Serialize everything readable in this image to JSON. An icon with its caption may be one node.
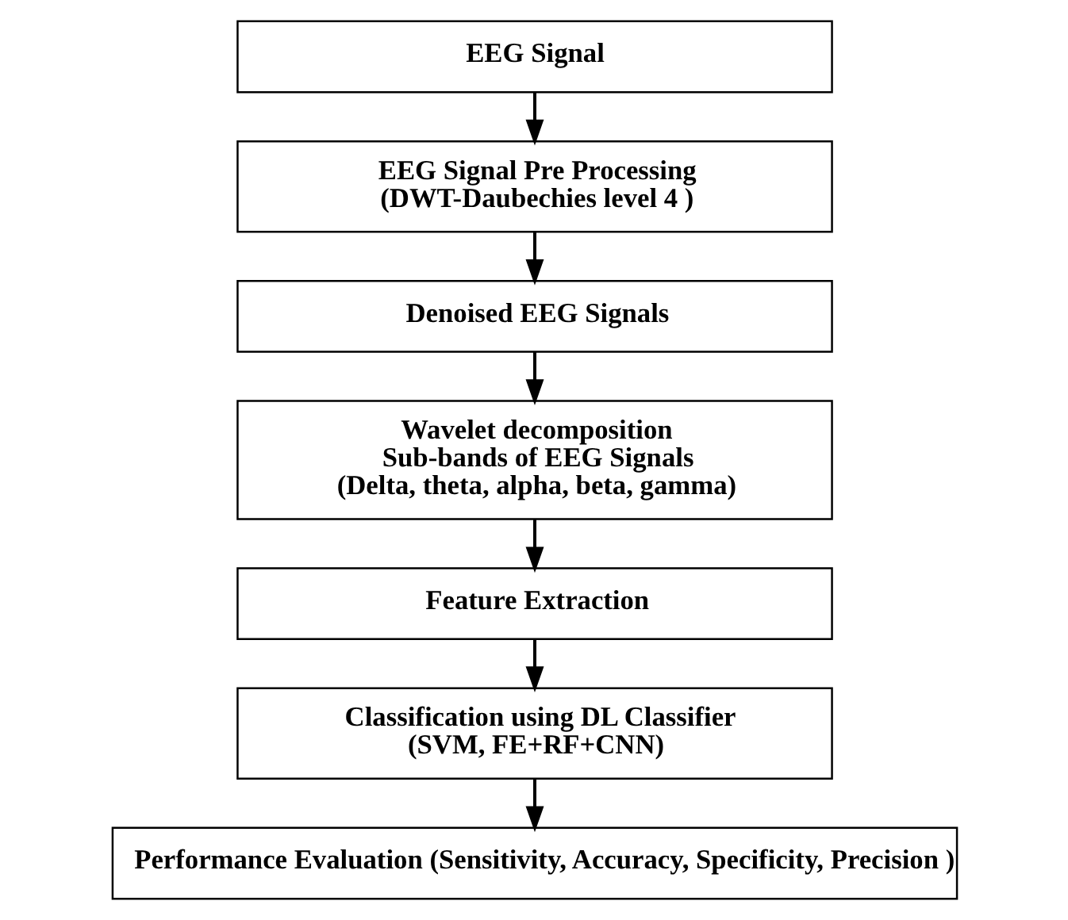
{
  "diagram": {
    "nodes": [
      {
        "text": [
          "EEG Signal"
        ]
      },
      {
        "text": [
          "EEG Signal Pre Processing",
          "(DWT-Daubechies level 4 )"
        ]
      },
      {
        "text": [
          "Denoised EEG Signals"
        ]
      },
      {
        "text": [
          "Wavelet decomposition",
          "Sub-bands of EEG Signals",
          "(Delta, theta, alpha, beta, gamma)"
        ]
      },
      {
        "text": [
          "Feature Extraction"
        ]
      },
      {
        "text": [
          "Classification using DL Classifier",
          "(SVM, FE+RF+CNN)"
        ]
      },
      {
        "text": [
          "Performance Evaluation (Sensitivity, Accuracy, Specificity, Precision )"
        ]
      }
    ],
    "edges": [
      {
        "from": 0,
        "to": 1,
        "arrow": "to"
      },
      {
        "from": 1,
        "to": 2,
        "arrow": "to"
      },
      {
        "from": 2,
        "to": 3,
        "arrow": "to"
      },
      {
        "from": 3,
        "to": 4,
        "arrow": "to"
      },
      {
        "from": 4,
        "to": 5,
        "arrow": "to"
      },
      {
        "from": 5,
        "to": 6,
        "arrow": "to"
      }
    ]
  }
}
